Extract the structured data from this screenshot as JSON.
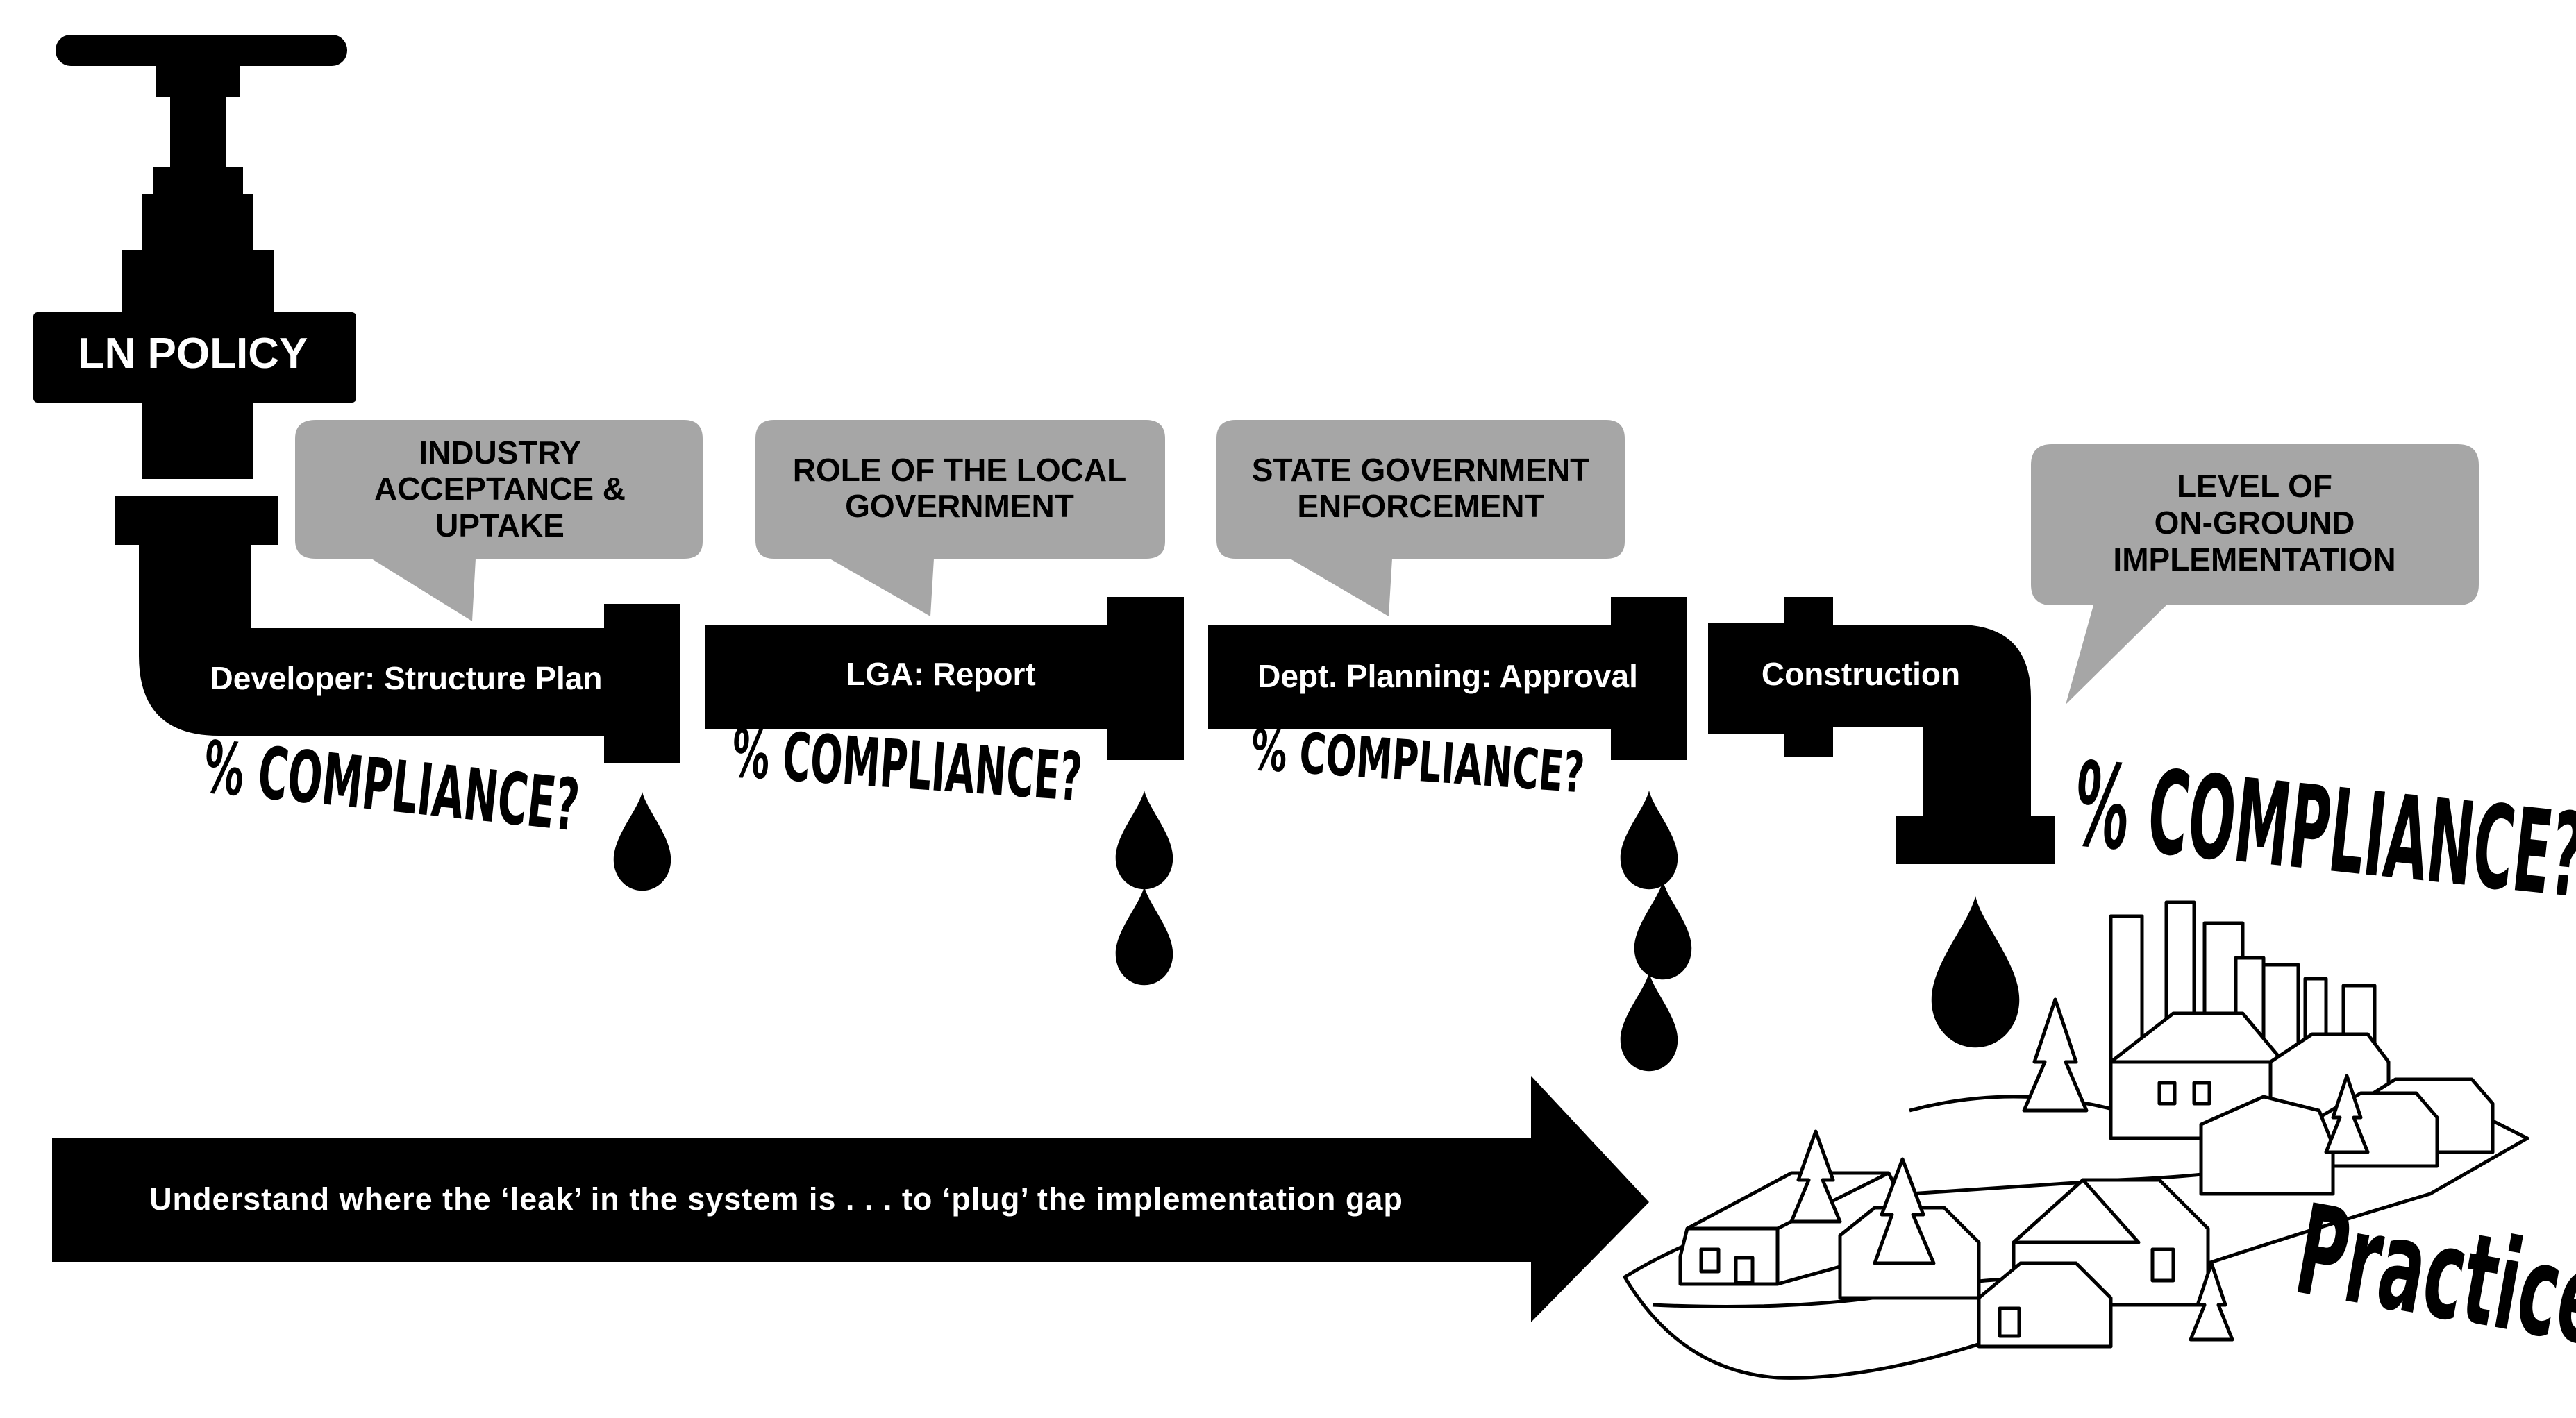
{
  "valve": {
    "label": "LN POLICY"
  },
  "callouts": [
    {
      "line1": "INDUSTRY",
      "line2": "ACCEPTANCE &",
      "line3": "UPTAKE"
    },
    {
      "line1": "ROLE OF THE LOCAL",
      "line2": "GOVERNMENT"
    },
    {
      "line1": "STATE GOVERNMENT",
      "line2": "ENFORCEMENT"
    },
    {
      "line1": "LEVEL OF",
      "line2": "ON-GROUND",
      "line3": "IMPLEMENTATION"
    }
  ],
  "pipes": [
    {
      "label": "Developer: Structure Plan"
    },
    {
      "label": "LGA: Report"
    },
    {
      "label": "Dept. Planning: Approval"
    },
    {
      "label": "Construction"
    }
  ],
  "compliance": [
    {
      "text": "% COMPLIANCE?"
    },
    {
      "text": "% COMPLIANCE?"
    },
    {
      "text": "% COMPLIANCE?"
    },
    {
      "text": "% COMPLIANCE?"
    }
  ],
  "arrow": {
    "text": "Understand where the ‘leak’ in the system is . . . to ‘plug’ the implementation gap"
  },
  "practice": {
    "label": "Practice"
  },
  "colors": {
    "ink": "#000000",
    "callout": "#a6a6a6",
    "background": "#ffffff",
    "text_on_dark": "#ffffff"
  }
}
